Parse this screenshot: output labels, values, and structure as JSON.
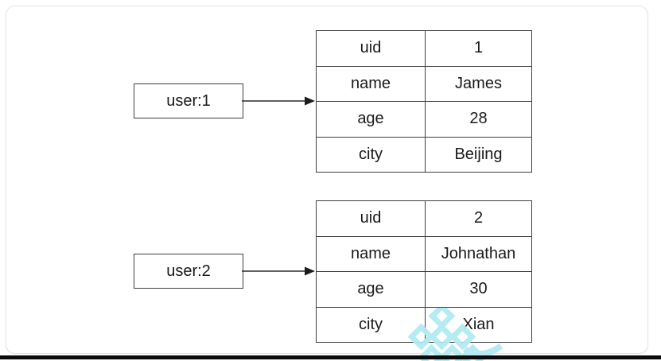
{
  "page": {
    "background": "#ffffff",
    "bottom_bar_color": "#0b0b0b",
    "card_border_color": "#e4e4e4"
  },
  "diagram": {
    "line_color": "#3f3f3f",
    "watermark_color": "#b2ebf2",
    "watermark_icon": "diamond-lattice-logo",
    "arrow_icon": "right-arrow",
    "entries": [
      {
        "key_label": "user:1",
        "table": {
          "rows": [
            [
              "uid",
              "1"
            ],
            [
              "name",
              "James"
            ],
            [
              "age",
              "28"
            ],
            [
              "city",
              "Beijing"
            ]
          ]
        }
      },
      {
        "key_label": "user:2",
        "table": {
          "rows": [
            [
              "uid",
              "2"
            ],
            [
              "name",
              "Johnathan"
            ],
            [
              "age",
              "30"
            ],
            [
              "city",
              "Xian"
            ]
          ]
        }
      }
    ]
  }
}
